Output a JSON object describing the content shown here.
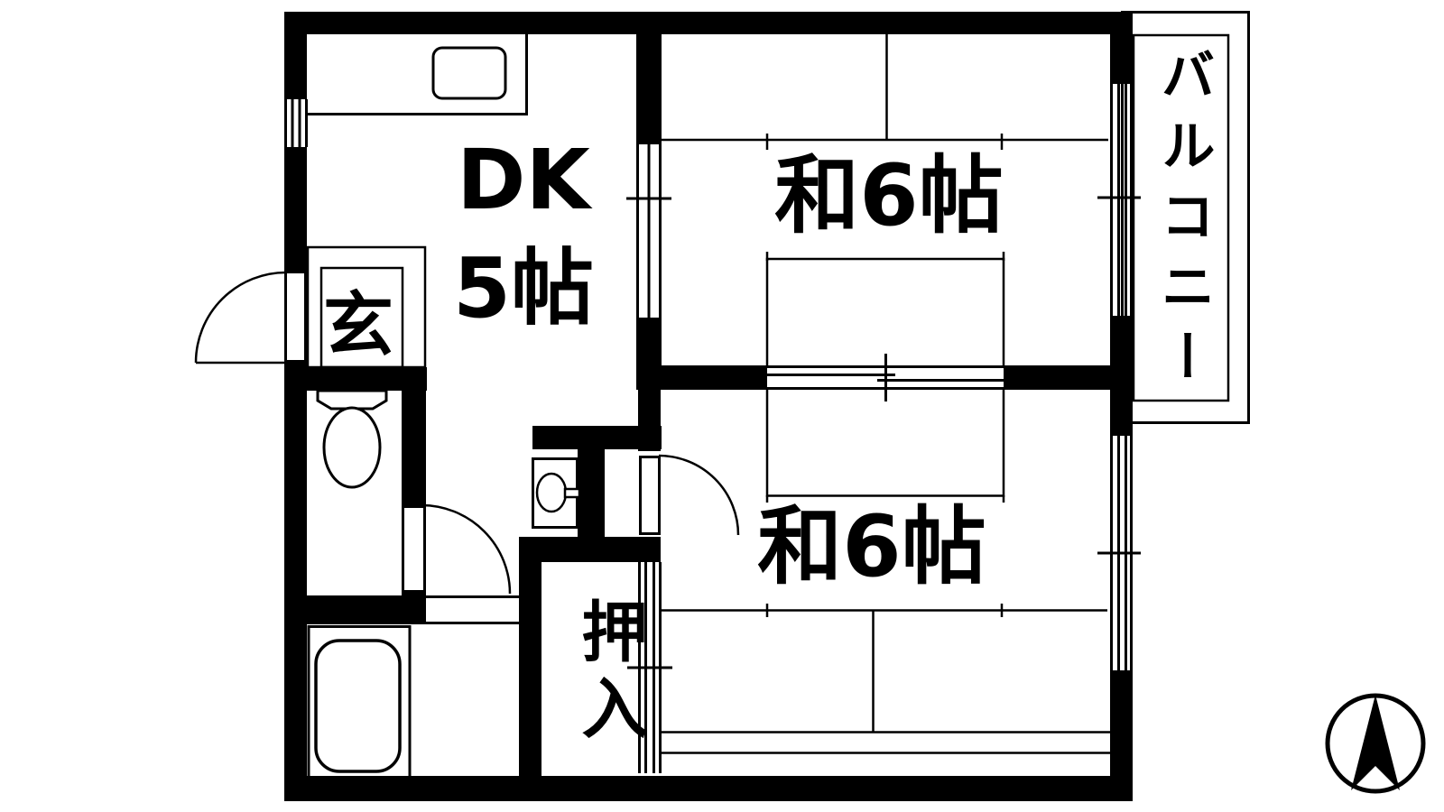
{
  "plan": {
    "rooms": {
      "dk": {
        "line1": "DK",
        "line2": "5帖"
      },
      "washitsu_top": {
        "label": "和6帖"
      },
      "washitsu_bottom": {
        "label": "和6帖"
      },
      "genkan": {
        "label": "玄"
      },
      "oshiire": {
        "label": "押入"
      },
      "balcony": {
        "label": "バルコニー"
      }
    },
    "colors": {
      "wall": "#000000",
      "background": "#ffffff",
      "line": "#000000"
    }
  }
}
